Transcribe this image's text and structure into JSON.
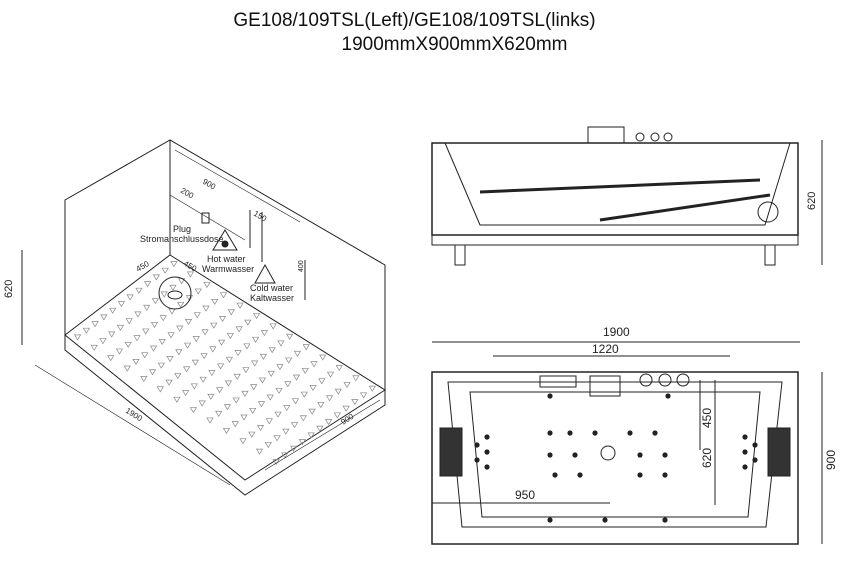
{
  "title": {
    "line1": "GE108/109TSL(Left)/GE108/109TSL(links)",
    "line2": "1900mmX900mmX620mm"
  },
  "iso_view": {
    "dim_height": "620",
    "dim_length": "1900",
    "dim_width": "900",
    "dim_900_top": "900",
    "dim_200": "200",
    "dim_150": "150",
    "dim_400": "400",
    "dim_450_a": "450",
    "dim_450_b": "450",
    "plug_label": "Plug",
    "plug_label_de": "Stromanschlussdose",
    "hot_label": "Hot water",
    "hot_label_de": "Warmwasser",
    "cold_label": "Cold water",
    "cold_label_de": "Kaltwasser"
  },
  "side_view": {
    "dim_height": "620"
  },
  "top_view": {
    "dim_length": "1900",
    "dim_inner": "1220",
    "dim_450": "450",
    "dim_620": "620",
    "dim_width": "900",
    "dim_950": "950"
  }
}
